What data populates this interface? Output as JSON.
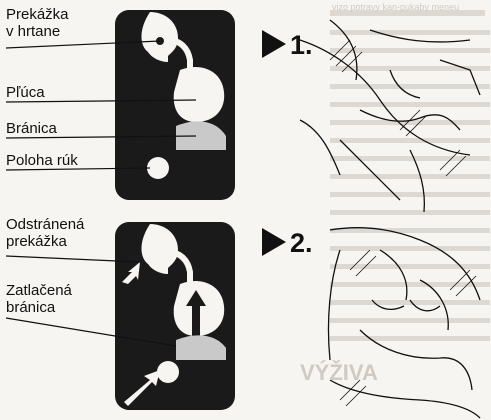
{
  "labels": {
    "obstruction_larynx_line1": "Prekážka",
    "obstruction_larynx_line2": "v hrtane",
    "lungs": "Pľúca",
    "diaphragm": "Bránica",
    "hand_position": "Poloha rúk",
    "removed_obstruction_line1": "Odstránená",
    "removed_obstruction_line2": "prekážka",
    "pushed_diaphragm_line1": "Zatlačená",
    "pushed_diaphragm_line2": "bránica"
  },
  "steps": {
    "step1": "1.",
    "step2": "2."
  },
  "background_text": {
    "lines": [
      "vizo potravy kan-pukaby meneu",
      "VÝŽIVA"
    ]
  },
  "colors": {
    "ink": "#111111",
    "paper": "#f7f5f1",
    "figure_fill": "#1a1a1a",
    "organ_grey": "#c9c9c9"
  }
}
